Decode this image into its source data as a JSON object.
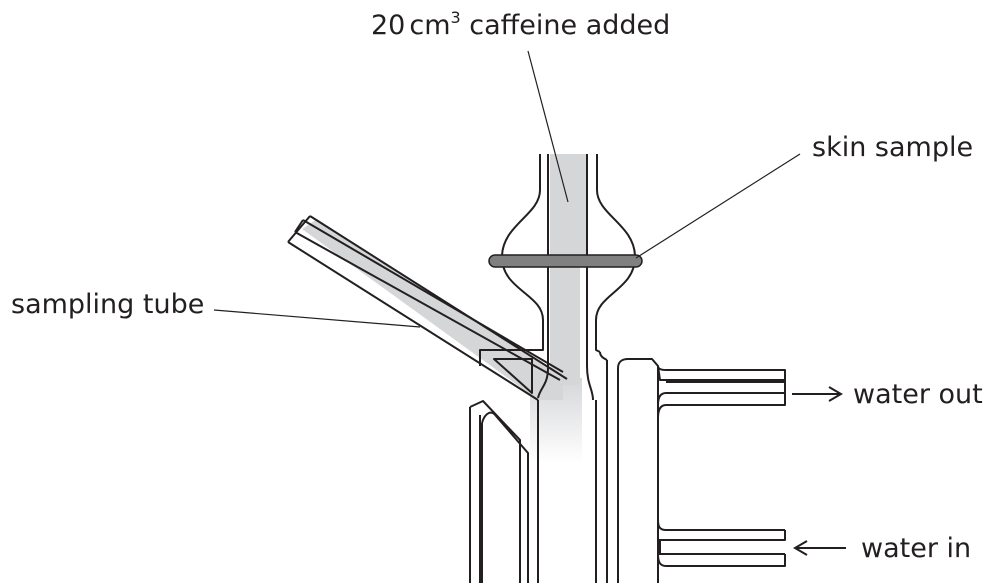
{
  "labels": {
    "caffeine_amount": "20",
    "caffeine_unit": "cm",
    "caffeine_power": "3",
    "caffeine_text": "caffeine added",
    "skin_sample": "skin sample",
    "sampling_tube": "sampling tube",
    "water_out": "water out",
    "water_in": "water in"
  },
  "colors": {
    "outline": "#231f20",
    "solution": "#d5d6d8",
    "skin": "#808080"
  }
}
